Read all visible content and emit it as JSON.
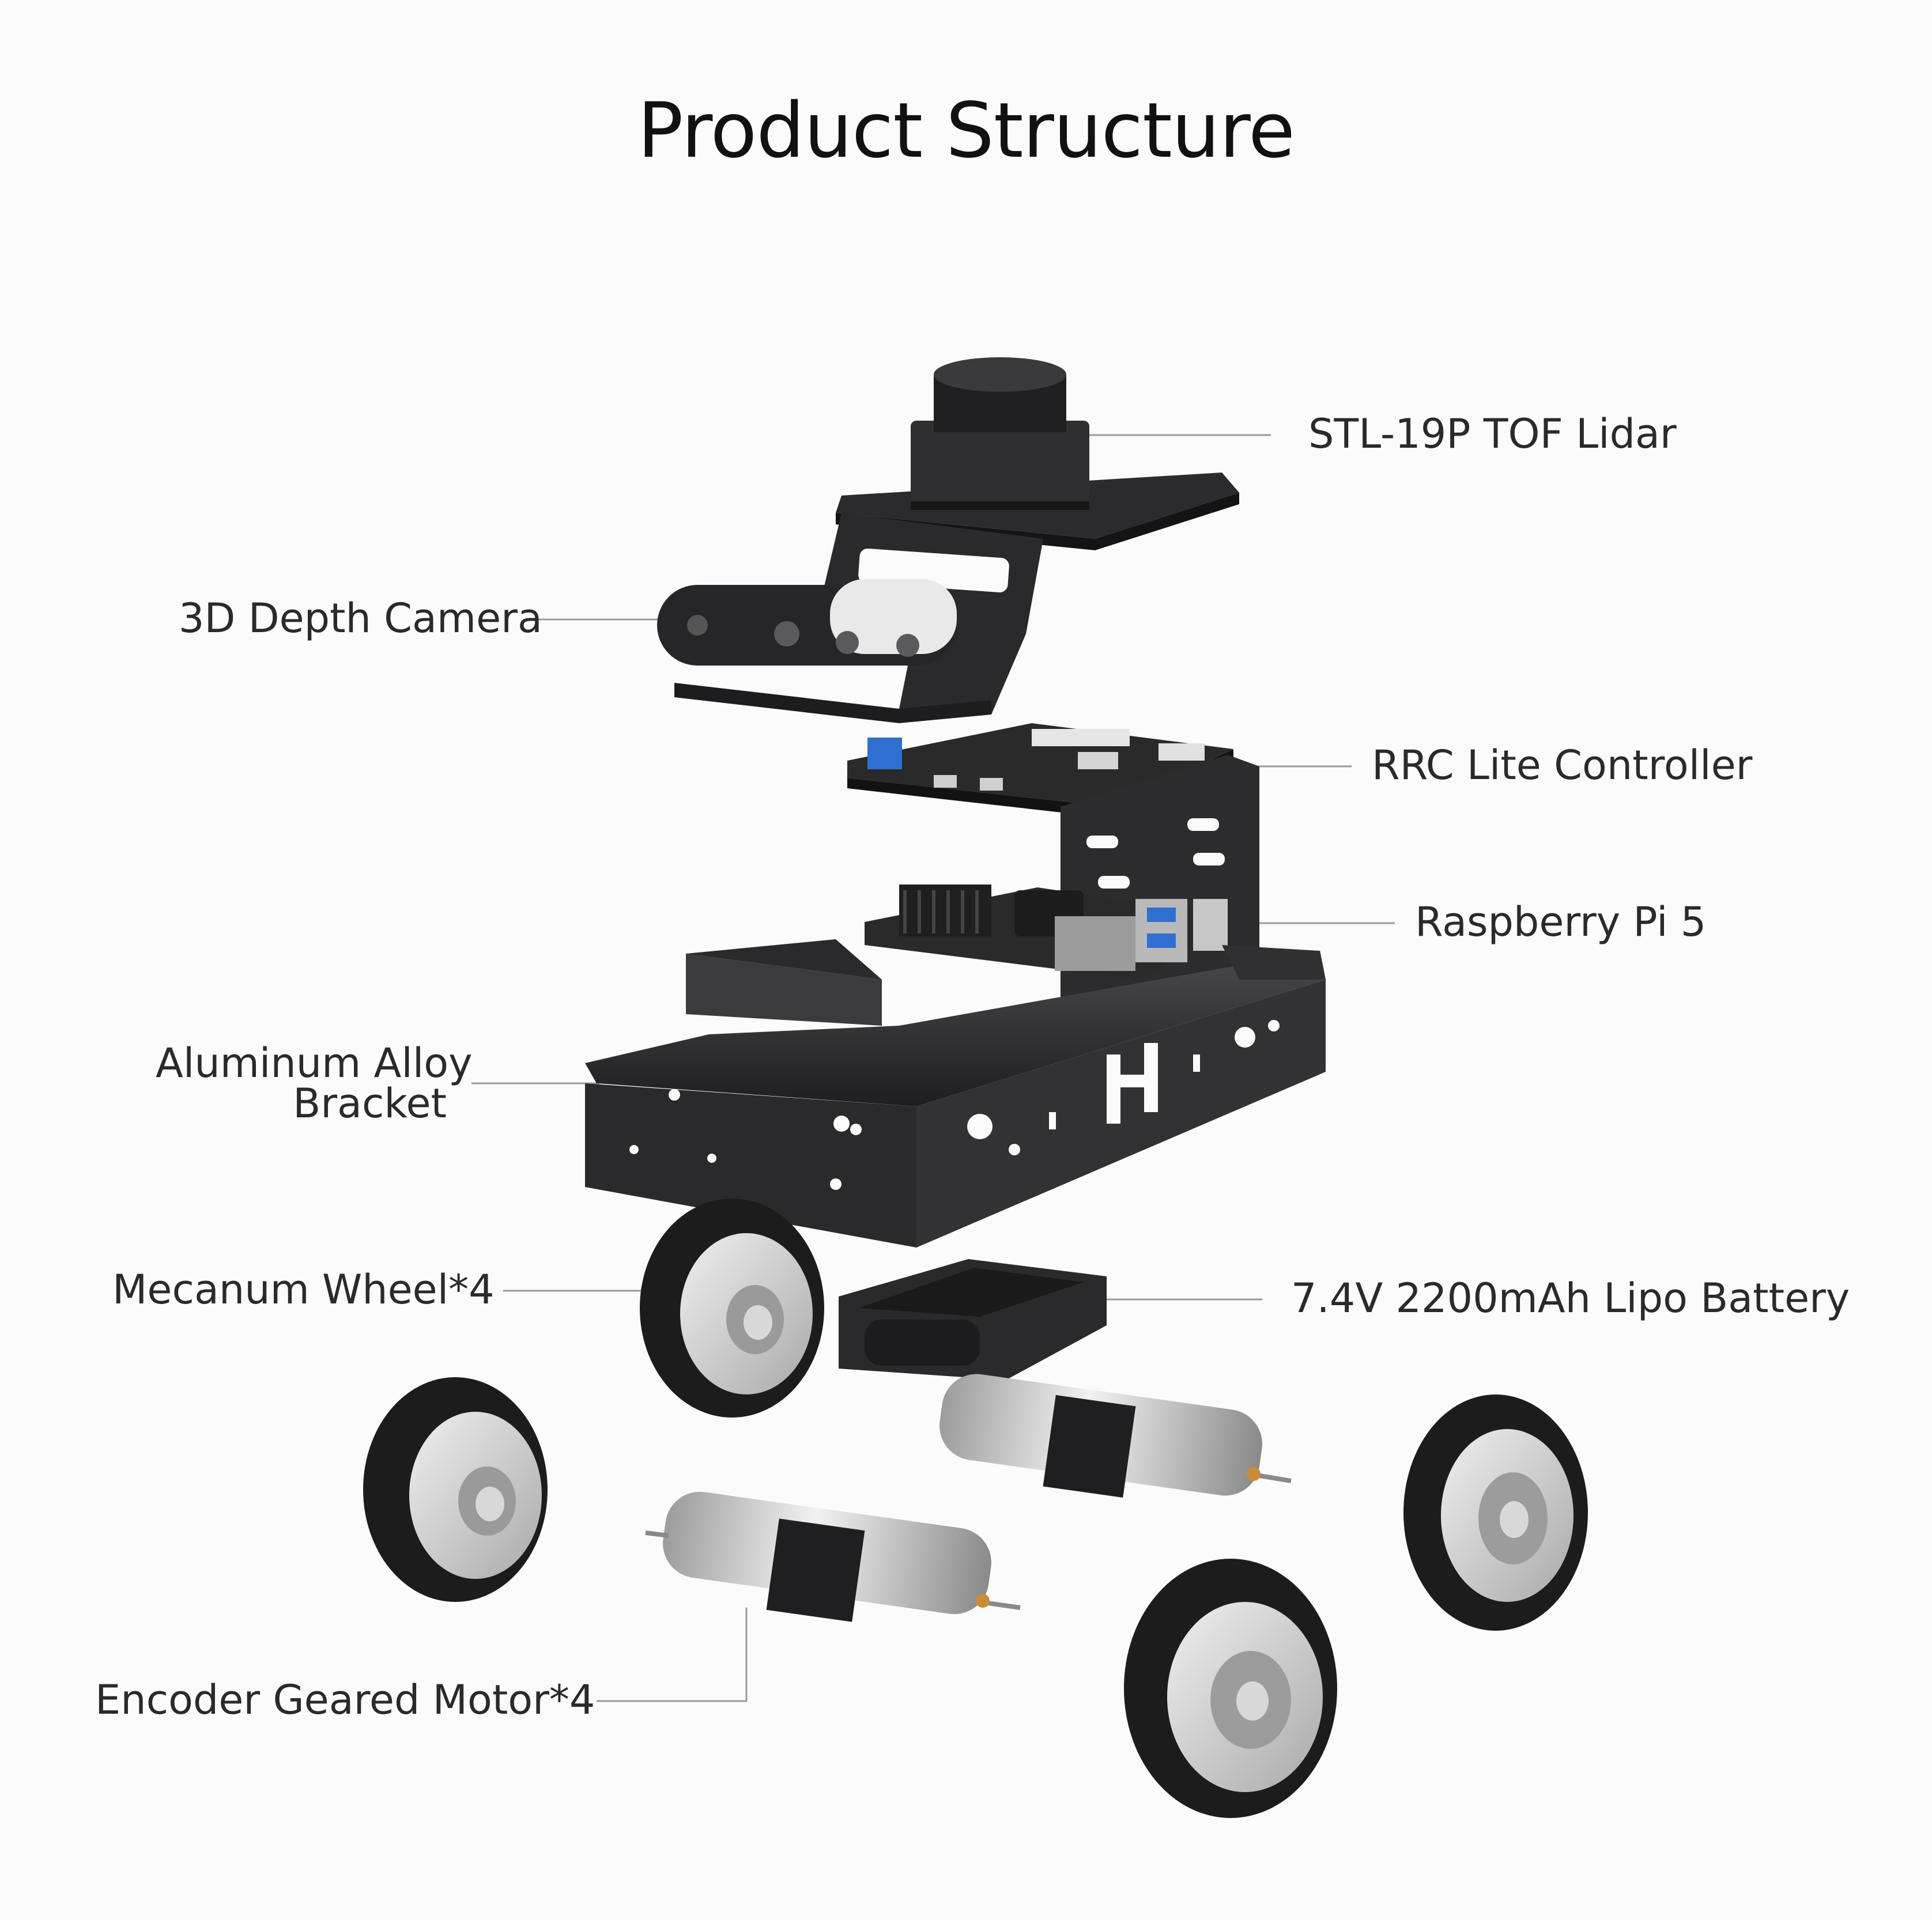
{
  "title": "Product Structure",
  "components": {
    "lidar": "STL-19P TOF Lidar",
    "depth_camera": "3D Depth Camera",
    "controller": "RRC Lite Controller",
    "raspberry_pi": "Raspberry Pi 5",
    "bracket_line1": "Aluminum Alloy",
    "bracket_line2": "Bracket",
    "wheel": "Mecanum Wheel*4",
    "battery": "7.4V 2200mAh Lipo Battery",
    "motor": "Encoder Geared Motor*4"
  },
  "colors": {
    "metal_dark": "#2e2e30",
    "roller_dark": "#1c1c1c",
    "hub_light": "#d9d9d9",
    "pcb": "#2b2b2b",
    "leader_line": "#9a9a9a"
  }
}
